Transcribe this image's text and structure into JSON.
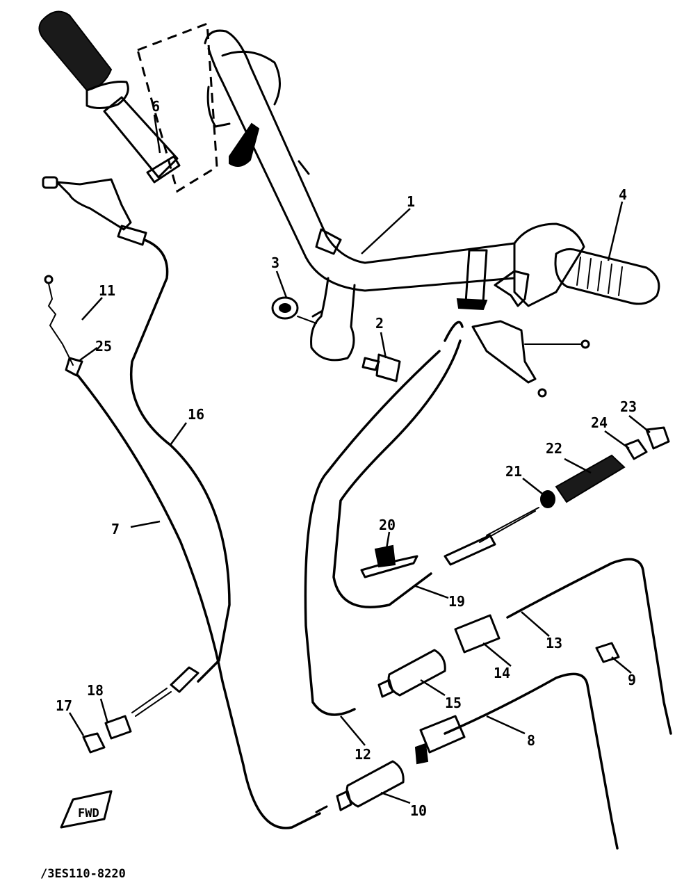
{
  "diagram_code": "/3ES110-8220",
  "callouts": {
    "c1": "1",
    "c2": "2",
    "c3": "3",
    "c4": "4",
    "c6": "6",
    "c7": "7",
    "c8": "8",
    "c9": "9",
    "c10": "10",
    "c11": "11",
    "c12": "12",
    "c13": "13",
    "c14": "14",
    "c15": "15",
    "c16": "16",
    "c17": "17",
    "c18": "18",
    "c19": "19",
    "c20": "20",
    "c21": "21",
    "c22": "22",
    "c23": "23",
    "c24": "24",
    "c25": "25"
  },
  "front_arrow_label": "FWD"
}
